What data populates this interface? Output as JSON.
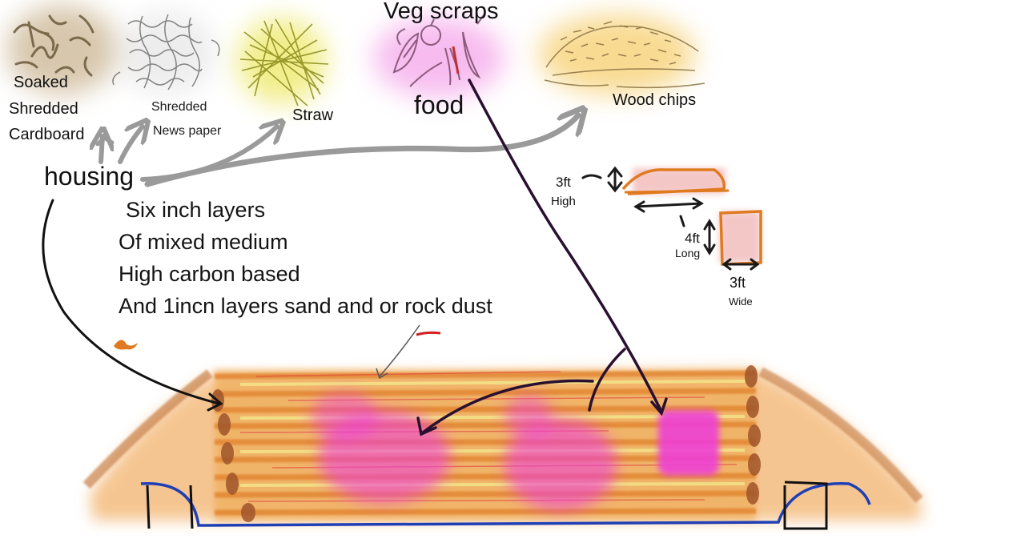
{
  "materials": {
    "cardboard": [
      "Soaked",
      "Shredded",
      "Cardboard"
    ],
    "newspaper": [
      "Shredded",
      "News paper"
    ],
    "straw": "Straw",
    "veg_scraps": "Veg scraps",
    "food": "food",
    "wood_chips": "Wood chips"
  },
  "housing_label": "housing",
  "notes": [
    "Six inch layers",
    "Of mixed medium",
    "High carbon based",
    "And 1incn layers sand and or rock dust"
  ],
  "dimensions": {
    "height_value": "3ft",
    "height_label": "High",
    "length_value": "4ft",
    "length_label": "Long",
    "width_value": "3ft",
    "width_label": "Wide"
  },
  "colors": {
    "cardboard": "#b89a6a",
    "straw": "#e2df4a",
    "veg": "#f06ad8",
    "wood_chips": "#f2c85a",
    "bed_orange": "#f0a04a",
    "bed_pink": "#ee3fd6",
    "blue_outline": "#1f3fb5",
    "arrow_gray": "#9a9a9a",
    "arrow_dark": "#2a1030"
  }
}
